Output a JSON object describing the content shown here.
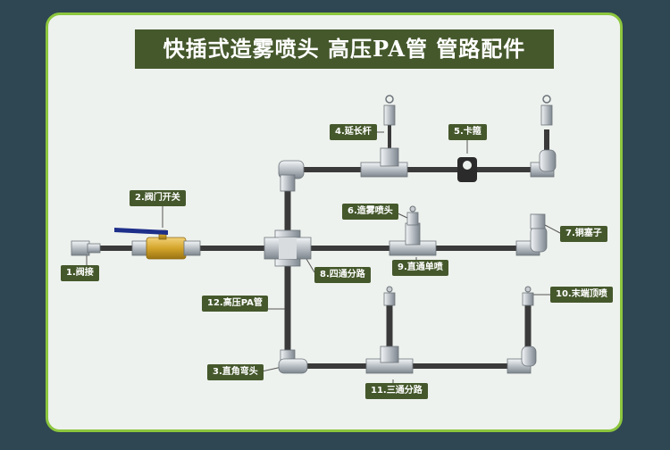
{
  "title": "快插式造雾喷头 高压PA管 管路配件",
  "labels": {
    "l1": "1.阀接",
    "l2": "2.阀门开关",
    "l3": "3.直角弯头",
    "l4": "4.延长杆",
    "l5": "5.卡箍",
    "l6": "6.造雾喷头",
    "l7": "7.铜塞子",
    "l8": "8.四通分路",
    "l9": "9.直通单喷",
    "l10": "10.末端顶喷",
    "l11": "11.三通分路",
    "l12": "12.高压PA管"
  },
  "colors": {
    "background": "#2f4653",
    "card": "#eef2ee",
    "card_border": "#8cc63e",
    "label_bg": "#45582c",
    "pipe": "#3a3a3a",
    "fitting": "#c8ccd0",
    "brass": "#d4a52a",
    "handle": "#1e2f8a"
  }
}
